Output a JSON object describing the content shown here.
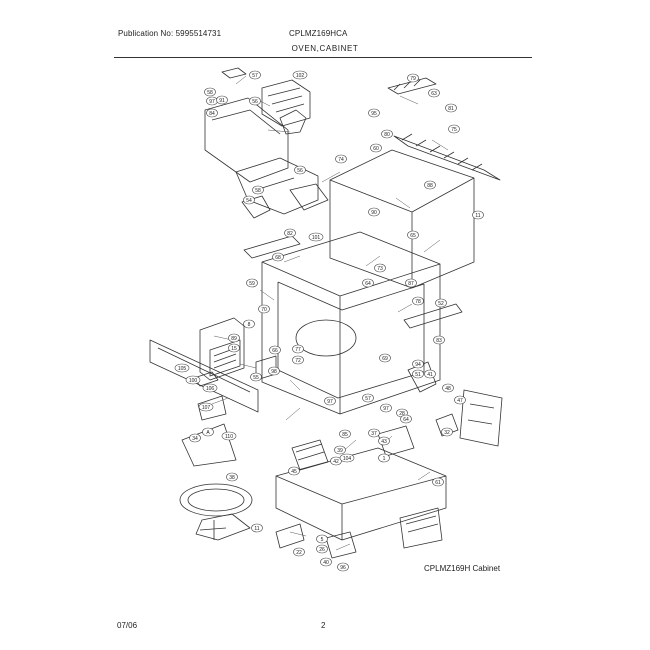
{
  "header": {
    "publication": "Publication No: 5995514731",
    "model": "CPLMZ169HCA",
    "section": "OVEN,CABINET"
  },
  "diagram": {
    "caption": "CPLMZ169H Cabinet",
    "callouts": [
      "57",
      "58",
      "97",
      "91",
      "84",
      "56",
      "102",
      "79",
      "63",
      "81",
      "95",
      "75",
      "80",
      "60",
      "74",
      "56",
      "58",
      "54",
      "88",
      "11",
      "90",
      "101",
      "82",
      "65",
      "68",
      "73",
      "64",
      "59",
      "89",
      "15",
      "8",
      "77",
      "72",
      "66",
      "87",
      "78",
      "52",
      "70",
      "69",
      "51",
      "41",
      "48",
      "57",
      "97",
      "28",
      "37",
      "85",
      "43",
      "39",
      "42",
      "105",
      "106",
      "100",
      "107",
      "A",
      "110",
      "34",
      "38",
      "11",
      "22",
      "5",
      "26",
      "96",
      "40",
      "45",
      "104",
      "1",
      "61",
      "32",
      "47",
      "94",
      "83",
      "55",
      "98",
      "97",
      "64"
    ]
  },
  "footer": {
    "date": "07/06",
    "page": "2"
  }
}
